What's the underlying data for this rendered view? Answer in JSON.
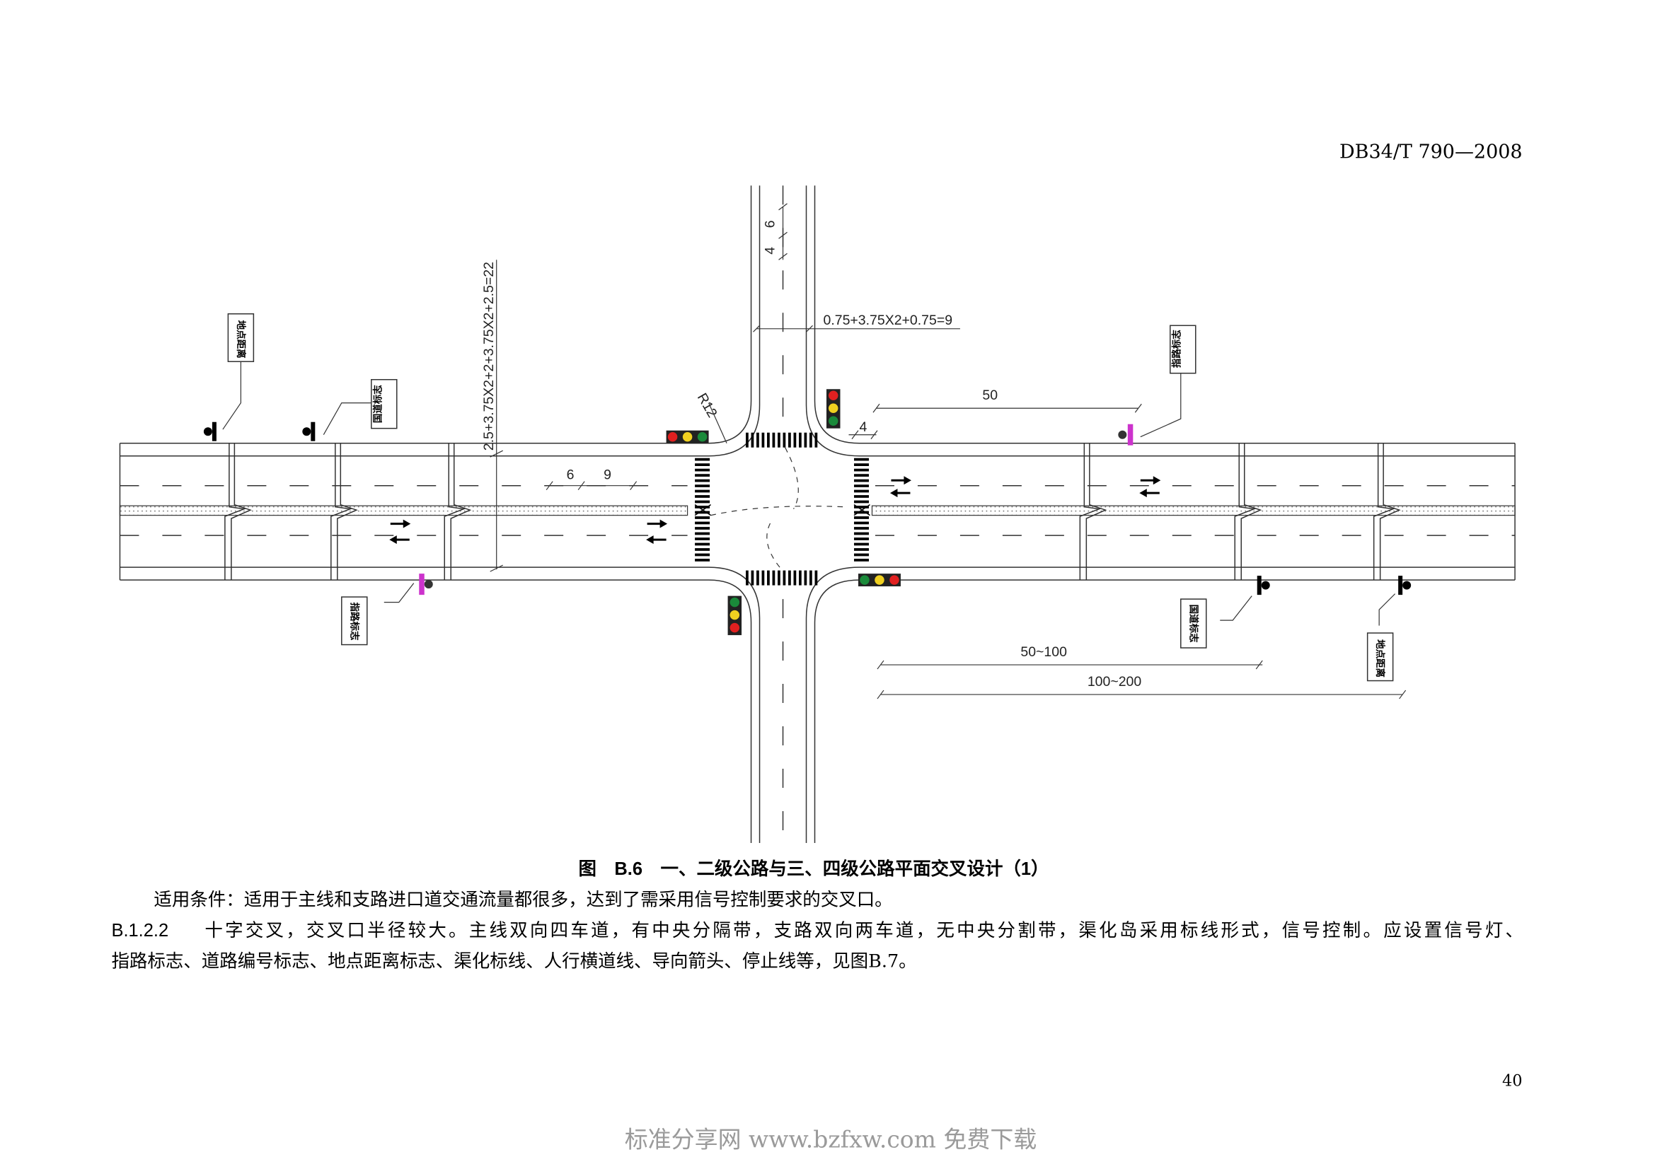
{
  "header": {
    "doc_code": "DB34/T 790—2008"
  },
  "figure": {
    "dims": {
      "cross_section_main": "2.5+3.75X2+2+3.75X2+2.5=22",
      "cross_section_branch": "0.75+3.75X2+0.75=9",
      "dash_top_a": "4",
      "dash_top_b": "6",
      "radius": "R12",
      "dist_50": "50",
      "dist_4": "4",
      "dash_a": "6",
      "dash_b": "9",
      "dist_50_100": "50~100",
      "dist_100_200": "100~200"
    },
    "signs": {
      "location_distance": "地点距离",
      "route_number": "国道标志",
      "guide": "指路标志"
    },
    "signal_colors": {
      "red": "#e02020",
      "yellow": "#f0d020",
      "green": "#1a8a3a",
      "body": "#222222"
    },
    "sign_post_color": "#cc33cc"
  },
  "caption": "图　B.6　一、二级公路与三、四级公路平面交叉设计（1）",
  "body": {
    "para1": "适用条件：适用于主线和支路进口道交通流量都很多，达到了需采用信号控制要求的交叉口。",
    "para2_num": "B.1.2.2",
    "para2_line1": "十字交叉，交叉口半径较大。主线双向四车道，有中央分隔带，支路双向两车道，无中央分割带，渠化岛采用标线形式，信号控制。应设置信号灯、",
    "para2_line2": "指路标志、道路编号标志、地点距离标志、渠化标线、人行横道线、导向箭头、停止线等，见图B.7。"
  },
  "page_number": "40",
  "watermark": "标准分享网 www.bzfxw.com 免费下载"
}
